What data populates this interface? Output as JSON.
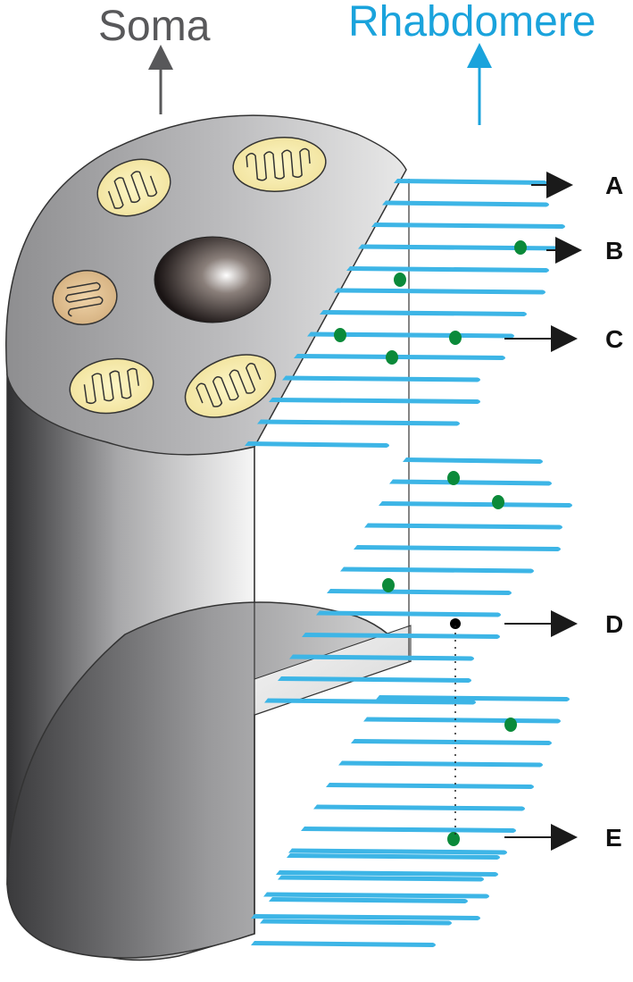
{
  "labels": {
    "soma": "Soma",
    "rhabdomere": "Rhabdomere",
    "a": "A",
    "b": "B",
    "c": "C",
    "d": "D",
    "e": "E"
  },
  "colors": {
    "soma_text": "#58585a",
    "rhabdomere_text": "#1aa3dc",
    "microvilli": "#3db5e6",
    "dot_green": "#0b8a3a",
    "dot_black": "#000000",
    "pointer": "#1a1a1a"
  }
}
